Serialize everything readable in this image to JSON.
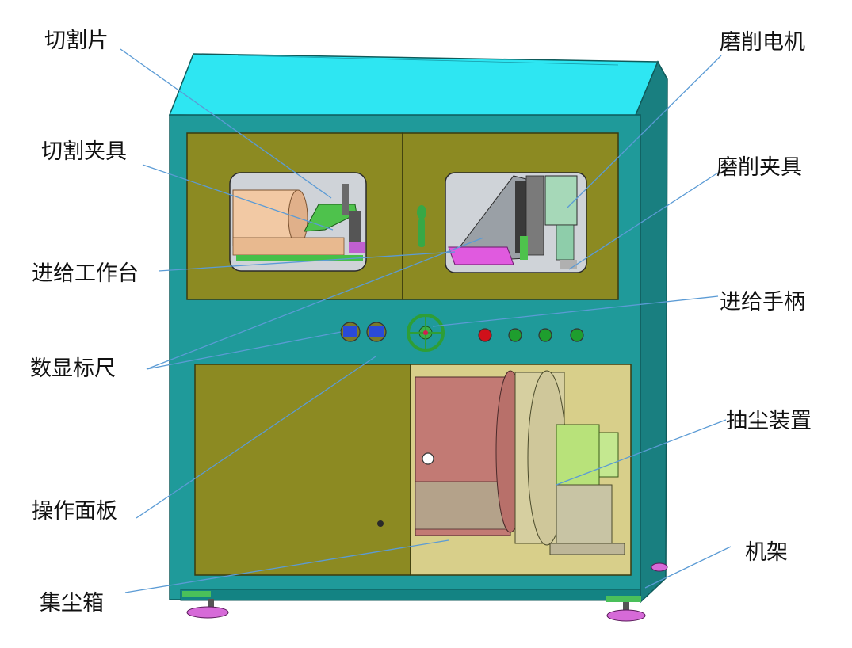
{
  "labels": {
    "cutting_blade": "切割片",
    "cutting_fixture": "切割夹具",
    "feed_table": "进给工作台",
    "digital_scale": "数显标尺",
    "control_panel": "操作面板",
    "dust_box": "集尘箱",
    "grinding_motor": "磨削电机",
    "grinding_fixture": "磨削夹具",
    "feed_handle": "进给手柄",
    "dust_extractor": "抽尘装置",
    "frame": "机架"
  },
  "colors": {
    "cabinet_teal": "#1f9a9a",
    "cabinet_top": "#2ee6f2",
    "panel_olive": "#8c8a22",
    "window_bg": "#cfd3d8",
    "leader_line": "#5b9bd5",
    "foot_magenta": "#d66ad8",
    "motor_green": "#b8e27a",
    "red_button": "#d0101a",
    "green_button": "#1e9e2e"
  }
}
